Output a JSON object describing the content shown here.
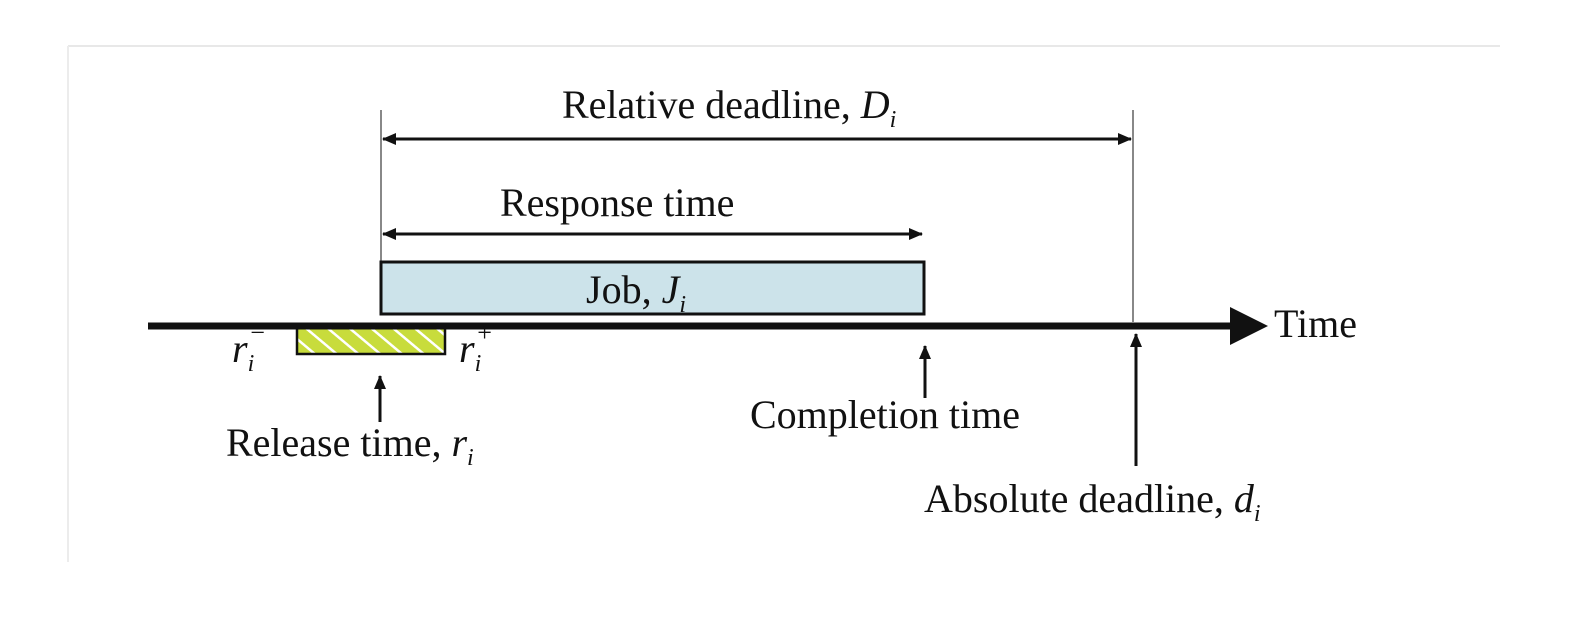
{
  "diagram": {
    "relative_deadline": {
      "text": "Relative deadline, ",
      "symbol": "D",
      "subscript": "i"
    },
    "response_time": {
      "text": "Response time"
    },
    "job": {
      "text": "Job, ",
      "symbol": "J",
      "subscript": "i"
    },
    "time_axis": {
      "label": "Time"
    },
    "release_min": {
      "symbol": "r",
      "subscript": "i",
      "superscript": "−"
    },
    "release_max": {
      "symbol": "r",
      "subscript": "i",
      "superscript": "+"
    },
    "release_time": {
      "text": "Release time, ",
      "symbol": "r",
      "subscript": "i"
    },
    "completion_time": {
      "text": "Completion time"
    },
    "absolute_deadline": {
      "text": "Absolute deadline, ",
      "symbol": "d",
      "subscript": "i"
    },
    "colors": {
      "job_fill": "#cce3ea",
      "jitter_fill": "#c8dc3c",
      "jitter_hatch": "#ffffff",
      "line": "#111111"
    }
  }
}
